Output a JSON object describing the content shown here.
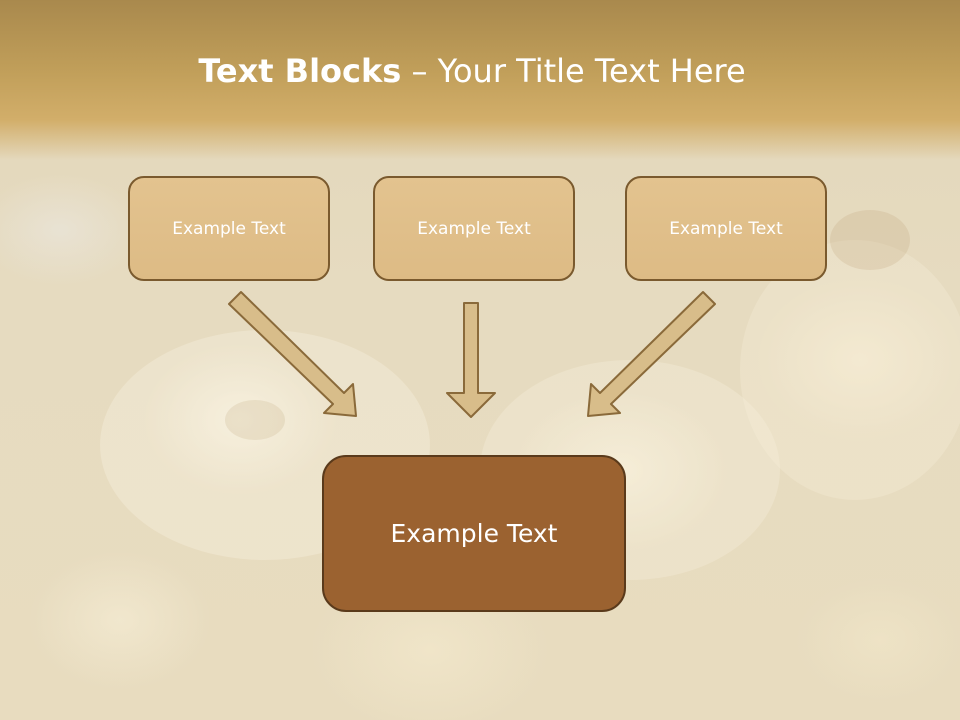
{
  "title": {
    "bold": "Text Blocks",
    "separator": "–",
    "normal": "Your Title Text Here"
  },
  "blocks": {
    "top": [
      {
        "label": "Example Text"
      },
      {
        "label": "Example Text"
      },
      {
        "label": "Example Text"
      }
    ],
    "bottom": {
      "label": "Example Text"
    }
  },
  "colors": {
    "header": "#c19f5a",
    "top_box_fill": "#e0c08a",
    "top_box_border": "#7a5a2e",
    "bottom_box_fill": "#9b6230",
    "bottom_box_border": "#5a3a1b",
    "arrow_fill": "#d8bd8a",
    "arrow_stroke": "#8a6a3a"
  }
}
